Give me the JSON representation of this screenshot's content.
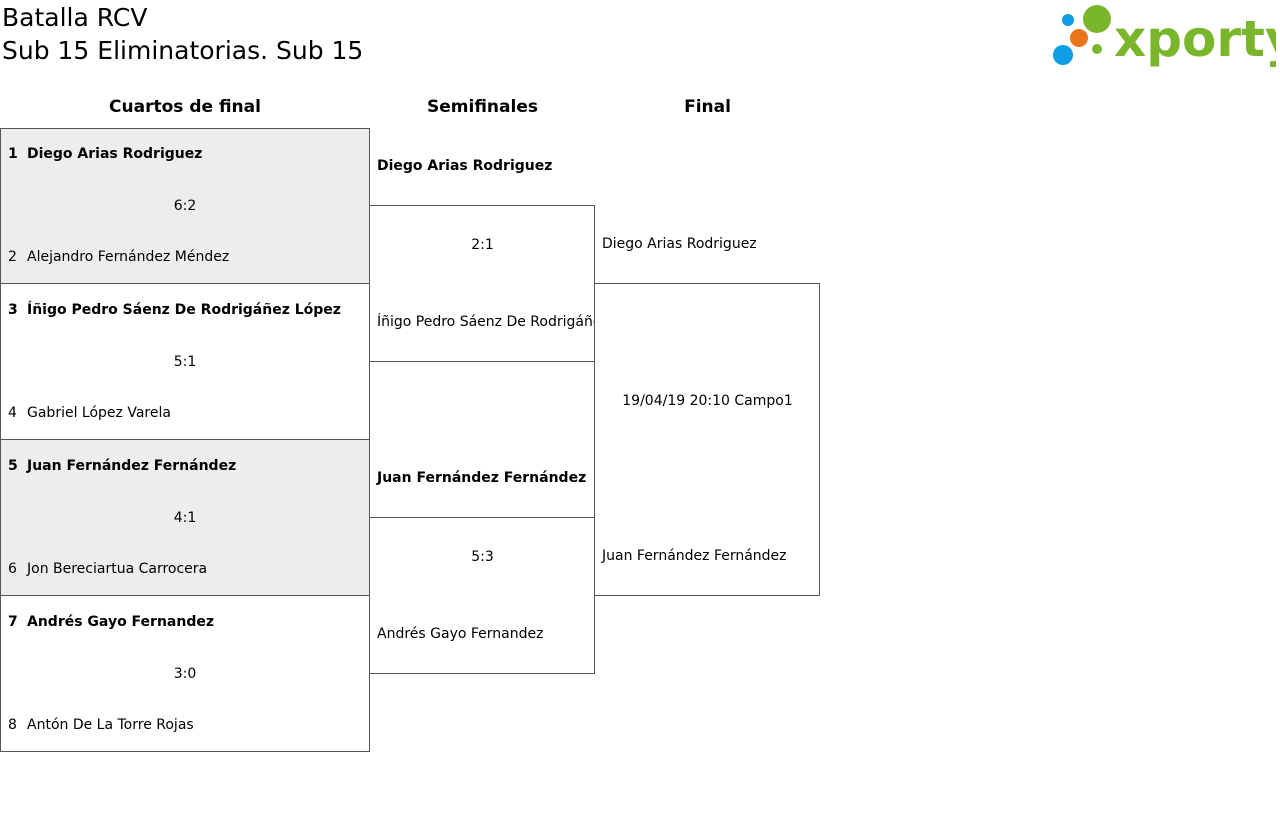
{
  "header": {
    "tournament": "Batalla RCV",
    "category": "Sub 15 Eliminatorias. Sub 15",
    "logo_text": "xporty",
    "logo_colors": {
      "blue": "#0d9ee6",
      "orange": "#e8761c",
      "green": "#7ab62b"
    }
  },
  "rounds": {
    "quarterfinals_label": "Cuartos de final",
    "semifinals_label": "Semifinales",
    "final_label": "Final"
  },
  "quarterfinals": [
    {
      "seed_a": "1",
      "player_a": "Diego Arias Rodriguez",
      "score": "6:2",
      "seed_b": "2",
      "player_b": "Alejandro Fernández Méndez"
    },
    {
      "seed_a": "3",
      "player_a": "Íñigo Pedro Sáenz De Rodrigáñez López",
      "score": "5:1",
      "seed_b": "4",
      "player_b": "Gabriel López Varela"
    },
    {
      "seed_a": "5",
      "player_a": "Juan Fernández Fernández",
      "score": "4:1",
      "seed_b": "6",
      "player_b": "Jon Bereciartua Carrocera"
    },
    {
      "seed_a": "7",
      "player_a": "Andrés Gayo Fernandez",
      "score": "3:0",
      "seed_b": "8",
      "player_b": "Antón De La Torre Rojas"
    }
  ],
  "semifinals": [
    {
      "player_a": "Diego Arias Rodriguez",
      "score": "2:1",
      "player_b": "Íñigo Pedro Sáenz De Rodrigáñez López"
    },
    {
      "player_a": "Juan Fernández Fernández",
      "score": "5:3",
      "player_b": "Andrés Gayo Fernandez"
    }
  ],
  "final": {
    "player_a": "Diego Arias Rodriguez",
    "schedule": "19/04/19 20:10 Campo1",
    "player_b": "Juan Fernández Fernández"
  }
}
